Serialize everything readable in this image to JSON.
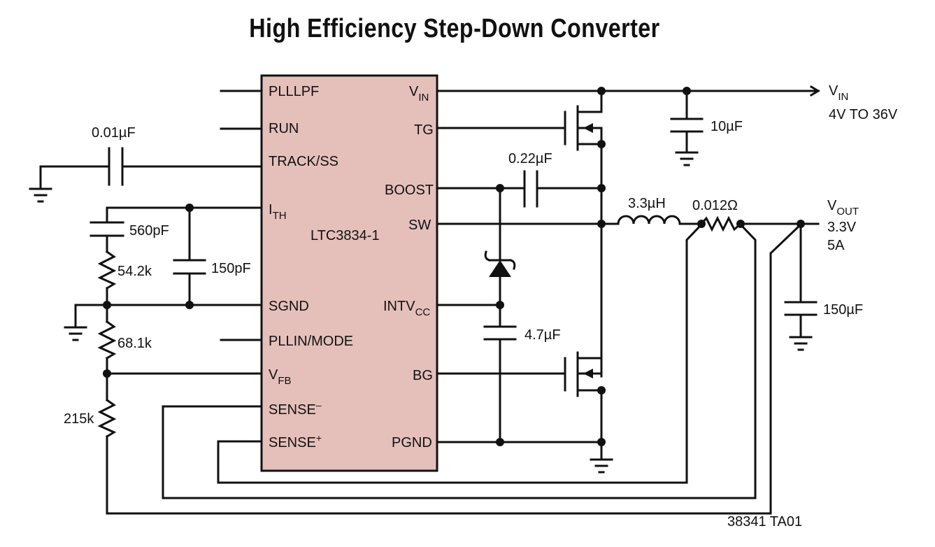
{
  "title": "High Efficiency Step-Down Converter",
  "ic": {
    "name": "LTC3834-1",
    "fill": "#e5c0bb",
    "left_pins": [
      "PLLLPF",
      "RUN",
      "TRACK/SS",
      "I",
      "TH",
      "SGND",
      "PLLIN/MODE",
      "V",
      "FB",
      "SENSE",
      "–",
      "SENSE",
      "+"
    ],
    "right_pins": [
      "V",
      "IN",
      "TG",
      "BOOST",
      "SW",
      "INTV",
      "CC",
      "BG",
      "PGND"
    ]
  },
  "components": {
    "c_track": "0.01µF",
    "c_560": "560pF",
    "r_54": "54.2k",
    "c_150p": "150pF",
    "r_68": "68.1k",
    "r_215": "215k",
    "c_boost": "0.22µF",
    "c_intvcc": "4.7µF",
    "c_in": "10µF",
    "inductor": "3.3µH",
    "r_sense": "0.012Ω",
    "c_out": "150µF"
  },
  "input": {
    "label": "V",
    "sub": "IN",
    "range": "4V TO 36V"
  },
  "output": {
    "label": "V",
    "sub": "OUT",
    "voltage": "3.3V",
    "current": "5A"
  },
  "figure_id": "38341 TA01"
}
